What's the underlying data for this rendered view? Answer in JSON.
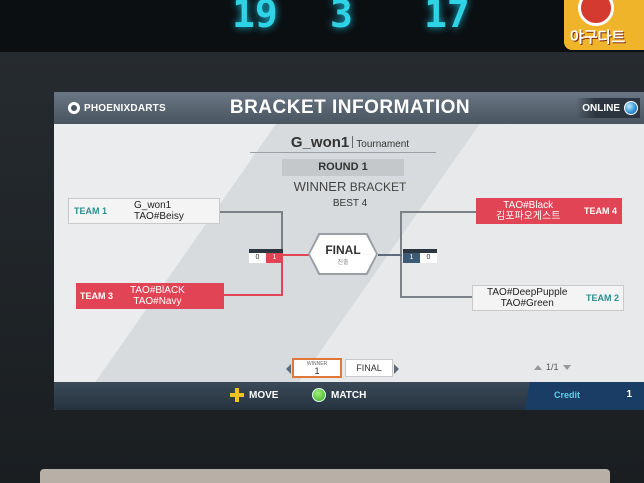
{
  "cabinet": {
    "led_left": "19",
    "led_center": "3",
    "led_right": "17",
    "badge_text": "야구다트"
  },
  "header": {
    "brand": "PHOENIXDARTS",
    "title": "BRACKET INFORMATION",
    "status": "ONLINE"
  },
  "tournament": {
    "name": "G_won1",
    "type": "Tournament",
    "round": "ROUND 1",
    "bracket_prefix": "WINNER",
    "bracket_suffix": "BRACKET",
    "best_of": "BEST 4"
  },
  "teams": {
    "team1": {
      "tag": "TEAM 1",
      "player1": "G_won1",
      "player2": "TAO#Beisy"
    },
    "team3": {
      "tag": "TEAM 3",
      "player1": "TAO#BlACK",
      "player2": "TAO#Navy"
    },
    "team4": {
      "tag": "TEAM 4",
      "player1": "TAO#Black",
      "player2": "김포파오게스트"
    },
    "team2": {
      "tag": "TEAM 2",
      "player1": "TAO#DeepPupple",
      "player2": "TAO#Green"
    }
  },
  "final": {
    "label": "FINAL",
    "sub": "진출"
  },
  "score_left": {
    "a": "0",
    "b": "1"
  },
  "score_right": {
    "a": "1",
    "b": "0"
  },
  "footer": {
    "winner_label": "WINNER",
    "winner_value": "1",
    "final_label": "FINAL",
    "page": "1/1"
  },
  "controls": {
    "move": "MOVE",
    "match": "MATCH",
    "credit_label": "Credit",
    "credit_value": "1"
  },
  "colors": {
    "accent_red": "#e14555",
    "teal": "#2a8f8f",
    "header_gray": "#48545f",
    "winner_border": "#e2773a"
  }
}
